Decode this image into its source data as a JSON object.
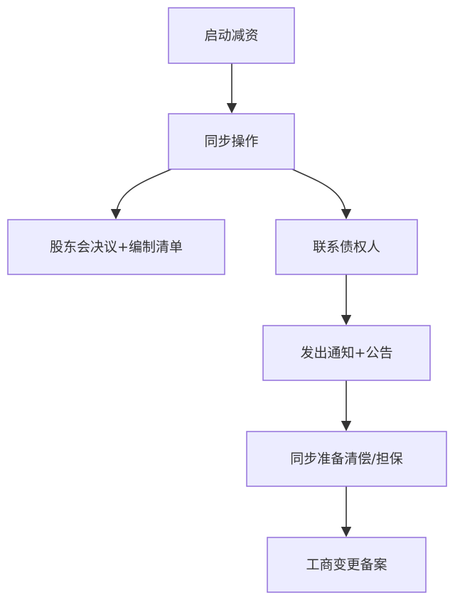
{
  "diagram": {
    "nodes": {
      "start_reduction": "启动减资",
      "sync_operation": "同步操作",
      "resolution_and_list": "股东会决议+编制清单",
      "contact_creditors": "联系债权人",
      "notice_and_announcement": "发出通知+公告",
      "clearance_or_guarantee": "同步准备清偿/担保",
      "registration_change": "工商变更备案"
    }
  }
}
